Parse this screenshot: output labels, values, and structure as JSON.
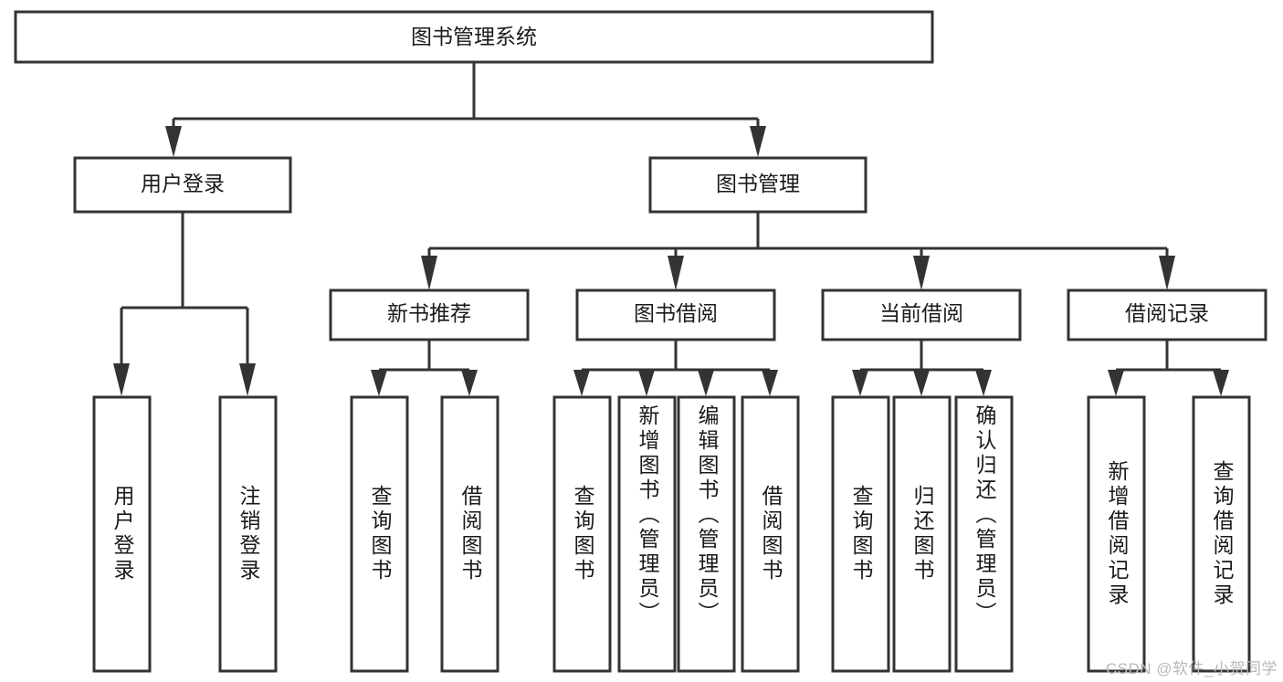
{
  "diagram": {
    "type": "tree-hierarchy",
    "title": "图书管理系统",
    "root": {
      "id": "root",
      "label": "图书管理系统"
    },
    "level2": [
      {
        "id": "user-login",
        "label": "用户登录"
      },
      {
        "id": "book-manage",
        "label": "图书管理"
      }
    ],
    "level3": [
      {
        "id": "new-book-recommend",
        "label": "新书推荐",
        "parent": "book-manage"
      },
      {
        "id": "book-borrow",
        "label": "图书借阅",
        "parent": "book-manage"
      },
      {
        "id": "current-borrow",
        "label": "当前借阅",
        "parent": "book-manage"
      },
      {
        "id": "borrow-record",
        "label": "借阅记录",
        "parent": "book-manage"
      }
    ],
    "leaves": [
      {
        "id": "leaf-user-login",
        "label": "用户登录",
        "parent": "user-login"
      },
      {
        "id": "leaf-logout",
        "label": "注销登录",
        "parent": "user-login"
      },
      {
        "id": "leaf-query-book-1",
        "label": "查询图书",
        "parent": "new-book-recommend"
      },
      {
        "id": "leaf-borrow-book-1",
        "label": "借阅图书",
        "parent": "new-book-recommend"
      },
      {
        "id": "leaf-query-book-2",
        "label": "查询图书",
        "parent": "book-borrow"
      },
      {
        "id": "leaf-add-book",
        "label": "新增图书（管理员）",
        "parent": "book-borrow"
      },
      {
        "id": "leaf-edit-book",
        "label": "编辑图书（管理员）",
        "parent": "book-borrow"
      },
      {
        "id": "leaf-borrow-book-2",
        "label": "借阅图书",
        "parent": "book-borrow"
      },
      {
        "id": "leaf-query-book-3",
        "label": "查询图书",
        "parent": "current-borrow"
      },
      {
        "id": "leaf-return-book",
        "label": "归还图书",
        "parent": "current-borrow"
      },
      {
        "id": "leaf-confirm-return",
        "label": "确认归还（管理员）",
        "parent": "current-borrow"
      },
      {
        "id": "leaf-add-record",
        "label": "新增借阅记录",
        "parent": "borrow-record"
      },
      {
        "id": "leaf-query-record",
        "label": "查询借阅记录",
        "parent": "borrow-record"
      }
    ],
    "colors": {
      "stroke": "#333333",
      "box_fill": "#ffffff",
      "text": "#1a1a1a",
      "background": "#ffffff",
      "watermark": "#b8b8b8"
    }
  },
  "watermark": {
    "text": "CSDN @软件_小贺同学"
  }
}
